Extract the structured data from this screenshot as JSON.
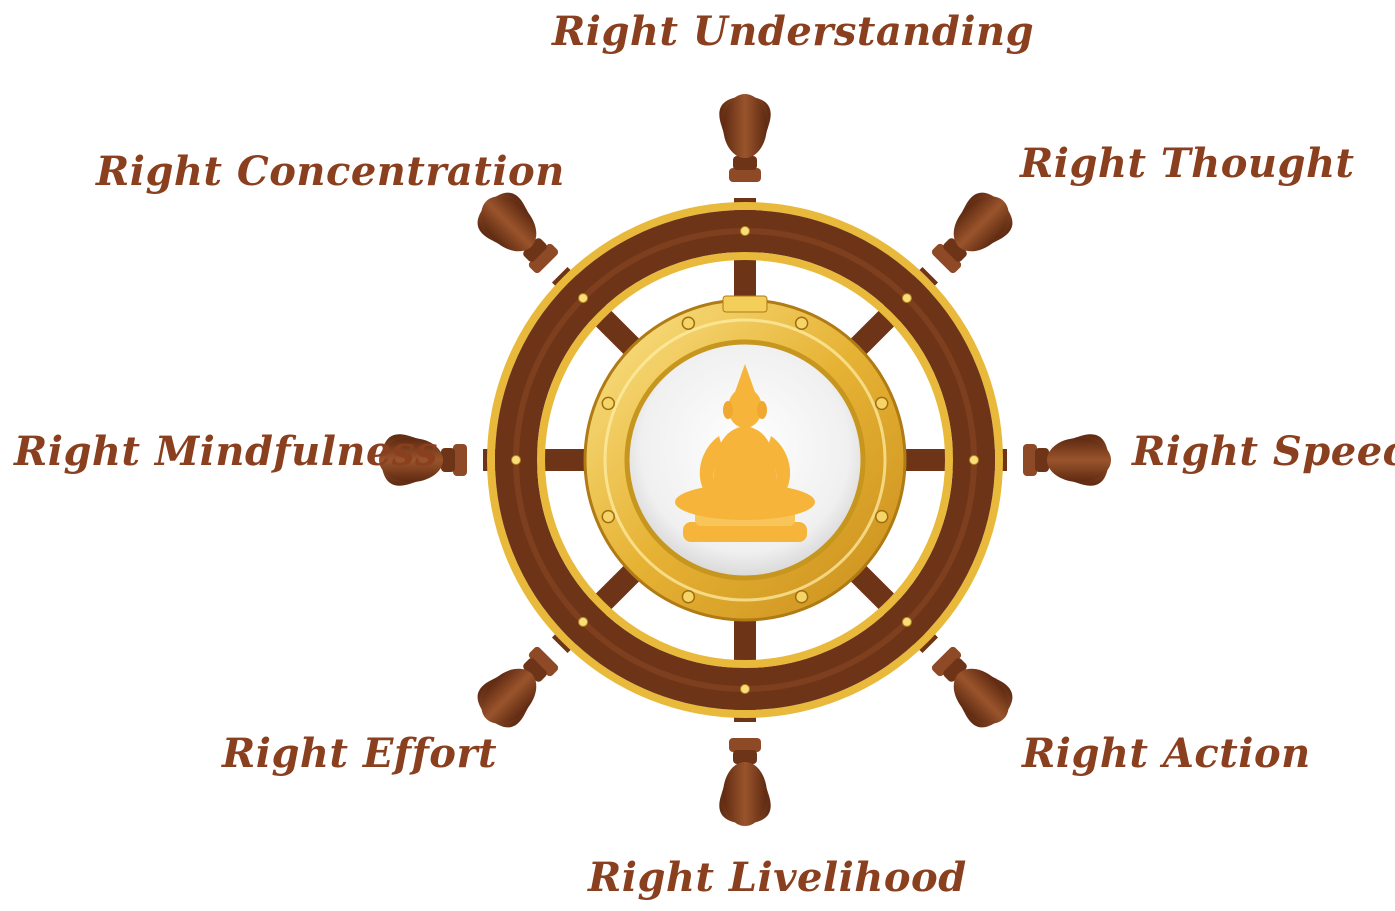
{
  "labels": [
    "Right Understanding",
    "Right Thought",
    "Right Speech",
    "Right Action",
    "Right Livelihood",
    "Right Effort",
    "Right Mindfulness",
    "Right Concentration"
  ],
  "colors": {
    "label_text": "#8a3f1e",
    "wood_dark": "#6e3418",
    "wood_mid": "#8e4a26",
    "brass": "#e8b93a",
    "brass_light": "#f7de7a",
    "buddha": "#f6b53a",
    "porthole_glass": "#f2f2f2"
  },
  "center_icon": "seated-buddha-icon"
}
